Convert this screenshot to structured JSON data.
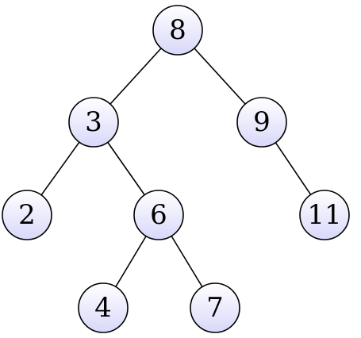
{
  "tree": {
    "colors": {
      "node_fill_top": "#ffffff",
      "node_fill_bottom": "#d8d8fa",
      "stroke": "#000000"
    },
    "nodes": [
      {
        "id": "n8",
        "label": "8"
      },
      {
        "id": "n3",
        "label": "3"
      },
      {
        "id": "n9",
        "label": "9"
      },
      {
        "id": "n2",
        "label": "2"
      },
      {
        "id": "n6",
        "label": "6"
      },
      {
        "id": "n11",
        "label": "11"
      },
      {
        "id": "n4",
        "label": "4"
      },
      {
        "id": "n7",
        "label": "7"
      }
    ],
    "edges": [
      {
        "from": "n8",
        "to": "n3"
      },
      {
        "from": "n8",
        "to": "n9"
      },
      {
        "from": "n3",
        "to": "n2"
      },
      {
        "from": "n3",
        "to": "n6"
      },
      {
        "from": "n9",
        "to": "n11"
      },
      {
        "from": "n6",
        "to": "n4"
      },
      {
        "from": "n6",
        "to": "n7"
      }
    ]
  }
}
